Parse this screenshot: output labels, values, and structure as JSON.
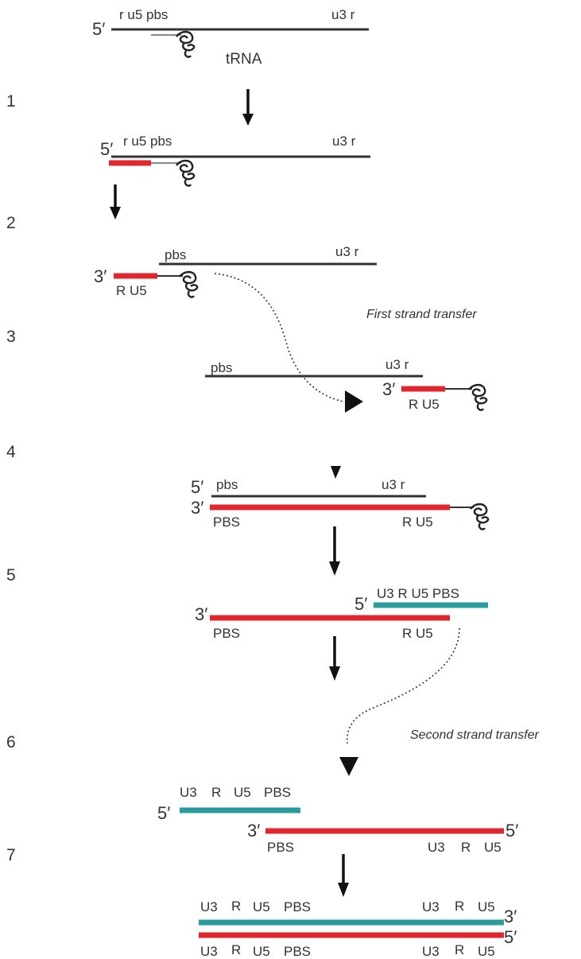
{
  "steps": [
    "1",
    "2",
    "3",
    "4",
    "5",
    "6",
    "7"
  ],
  "primes": {
    "five": "5′",
    "three": "3′"
  },
  "labels": {
    "r_u5_pbs": "r u5 pbs",
    "u3_r": "u3 r",
    "trna": "tRNA",
    "pbs": "pbs",
    "PBS": "PBS",
    "R_U5": "R U5",
    "U3_R_U5_PBS": "U3 R U5 PBS",
    "U3": "U3",
    "R": "R",
    "U5": "U5"
  },
  "notes": {
    "first": "First strand transfer",
    "second": "Second strand transfer"
  },
  "colors": {
    "rna": "#333333",
    "minus_strand_dna": "#e0262e",
    "plus_strand_dna": "#2a9c9c"
  }
}
